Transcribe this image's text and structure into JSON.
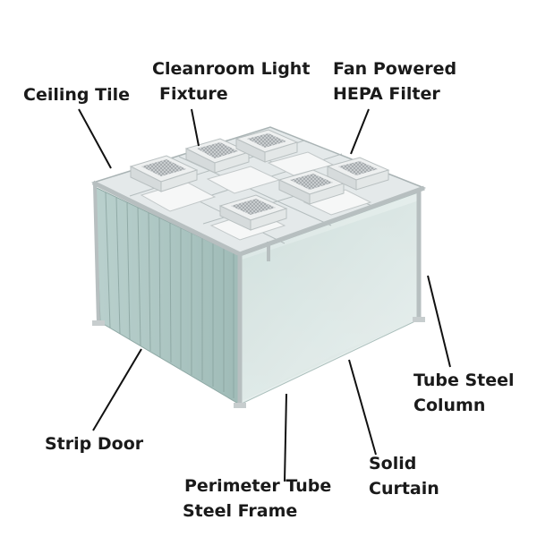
{
  "labels": {
    "ceiling_tile": [
      "Ceiling Tile"
    ],
    "light_fixture": [
      "Cleanroom Light",
      "Fixture"
    ],
    "hepa_filter": [
      "Fan Powered",
      "HEPA Filter"
    ],
    "tube_steel_column": [
      "Tube Steel",
      "Column"
    ],
    "strip_door": [
      "Strip Door"
    ],
    "solid_curtain": [
      "Solid",
      "Curtain"
    ],
    "perimeter_frame": [
      "Perimeter Tube",
      "Steel Frame"
    ]
  }
}
